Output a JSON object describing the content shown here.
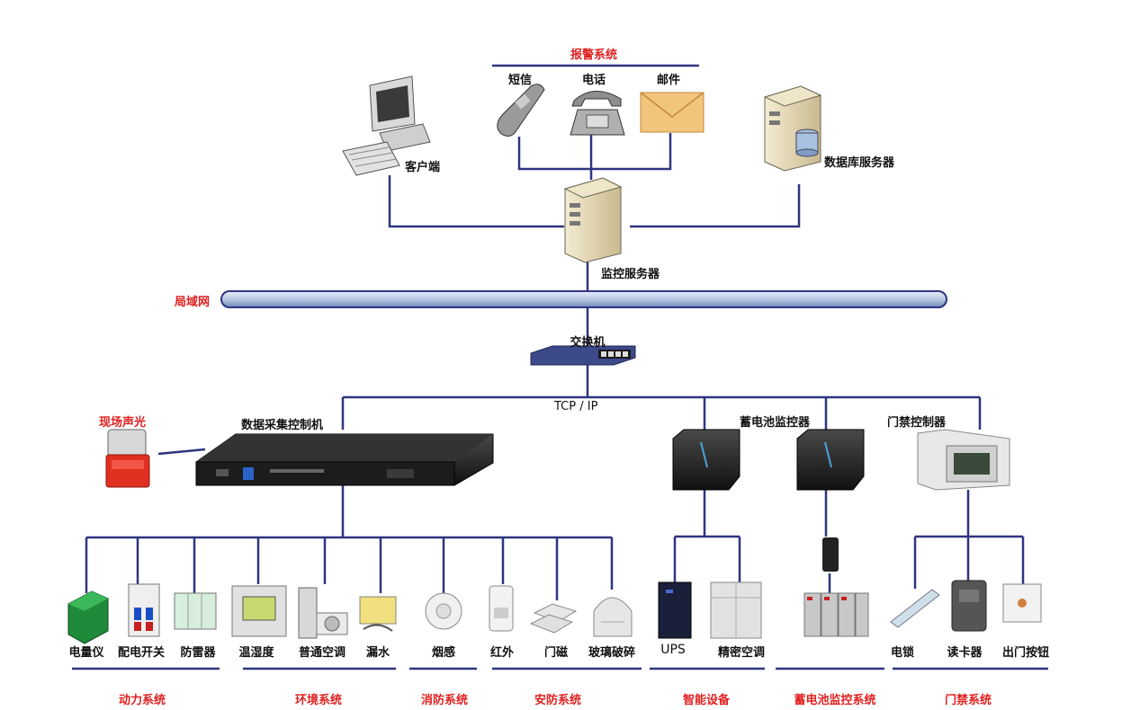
{
  "alarm": {
    "title": "报警系统",
    "sms": "短信",
    "phone": "电话",
    "email": "邮件"
  },
  "top": {
    "client": "客户端",
    "db_server": "数据库服务器",
    "monitor_server": "监控服务器"
  },
  "network": {
    "lan": "局域网",
    "switch": "交换机",
    "protocol": "TCP / IP"
  },
  "controllers": {
    "onsite_alarm": "现场声光",
    "collector": "数据采集控制机",
    "battery_monitor": "蓄电池监控器",
    "access_controller": "门禁控制器"
  },
  "devices": {
    "meter": "电量仪",
    "switchgear": "配电开关",
    "surge": "防雷器",
    "thermo": "温湿度",
    "ac": "普通空调",
    "leak": "漏水",
    "smoke": "烟感",
    "infrared": "红外",
    "door_mag": "门磁",
    "glass": "玻璃破碎",
    "ups": "UPS",
    "precision_ac": "精密空调",
    "lock": "电锁",
    "card_reader": "读卡器",
    "exit_button": "出门按钮"
  },
  "systems": {
    "power": "动力系统",
    "env": "环境系统",
    "fire": "消防系统",
    "security": "安防系统",
    "smart": "智能设备",
    "battery": "蓄电池监控系统",
    "access": "门禁系统"
  },
  "colors": {
    "line": "#2e3580",
    "accent": "#e02020",
    "text": "#111111"
  }
}
